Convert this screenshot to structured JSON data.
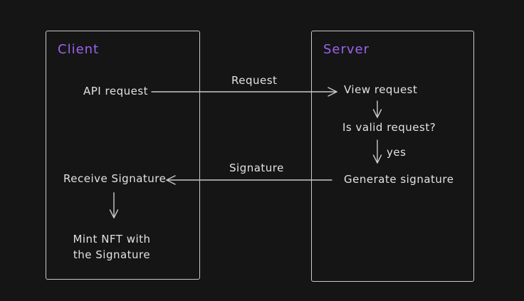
{
  "colors": {
    "background": "#151515",
    "stroke": "#c9c9c9",
    "text": "#e2e2e2",
    "accent": "#9e63ee"
  },
  "client": {
    "title": "Client",
    "api_request": "API request",
    "receive_signature": "Receive Signature",
    "mint_nft": "Mint NFT with the Signature"
  },
  "server": {
    "title": "Server",
    "view_request": "View request",
    "is_valid_request": "Is valid request?",
    "yes": "yes",
    "generate_signature": "Generate signature"
  },
  "arrows": {
    "request": "Request",
    "signature": "Signature"
  }
}
